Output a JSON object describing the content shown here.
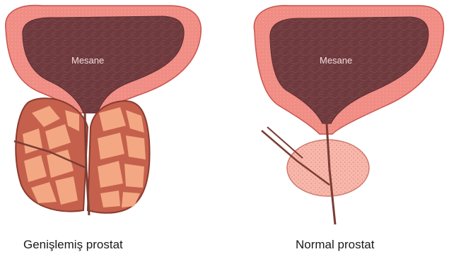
{
  "illustrations": [
    {
      "bladder_label": "Mesane",
      "caption": "Genişlemiş prostat"
    },
    {
      "bladder_label": "Mesane",
      "caption": "Normal prostat"
    }
  ],
  "colors": {
    "bladder_wall": "#f08d84",
    "wall_outline": "#c9544d",
    "bladder_lumen": "#6e3a3e",
    "lumen_texture": "#8a5254",
    "prostate_enlarged": "#c5604c",
    "prostate_lobule": "#f3a883",
    "prostate_normal": "#f7b8ab",
    "urethra": "#7a3c34",
    "caption_text": "#1a1a1a"
  }
}
